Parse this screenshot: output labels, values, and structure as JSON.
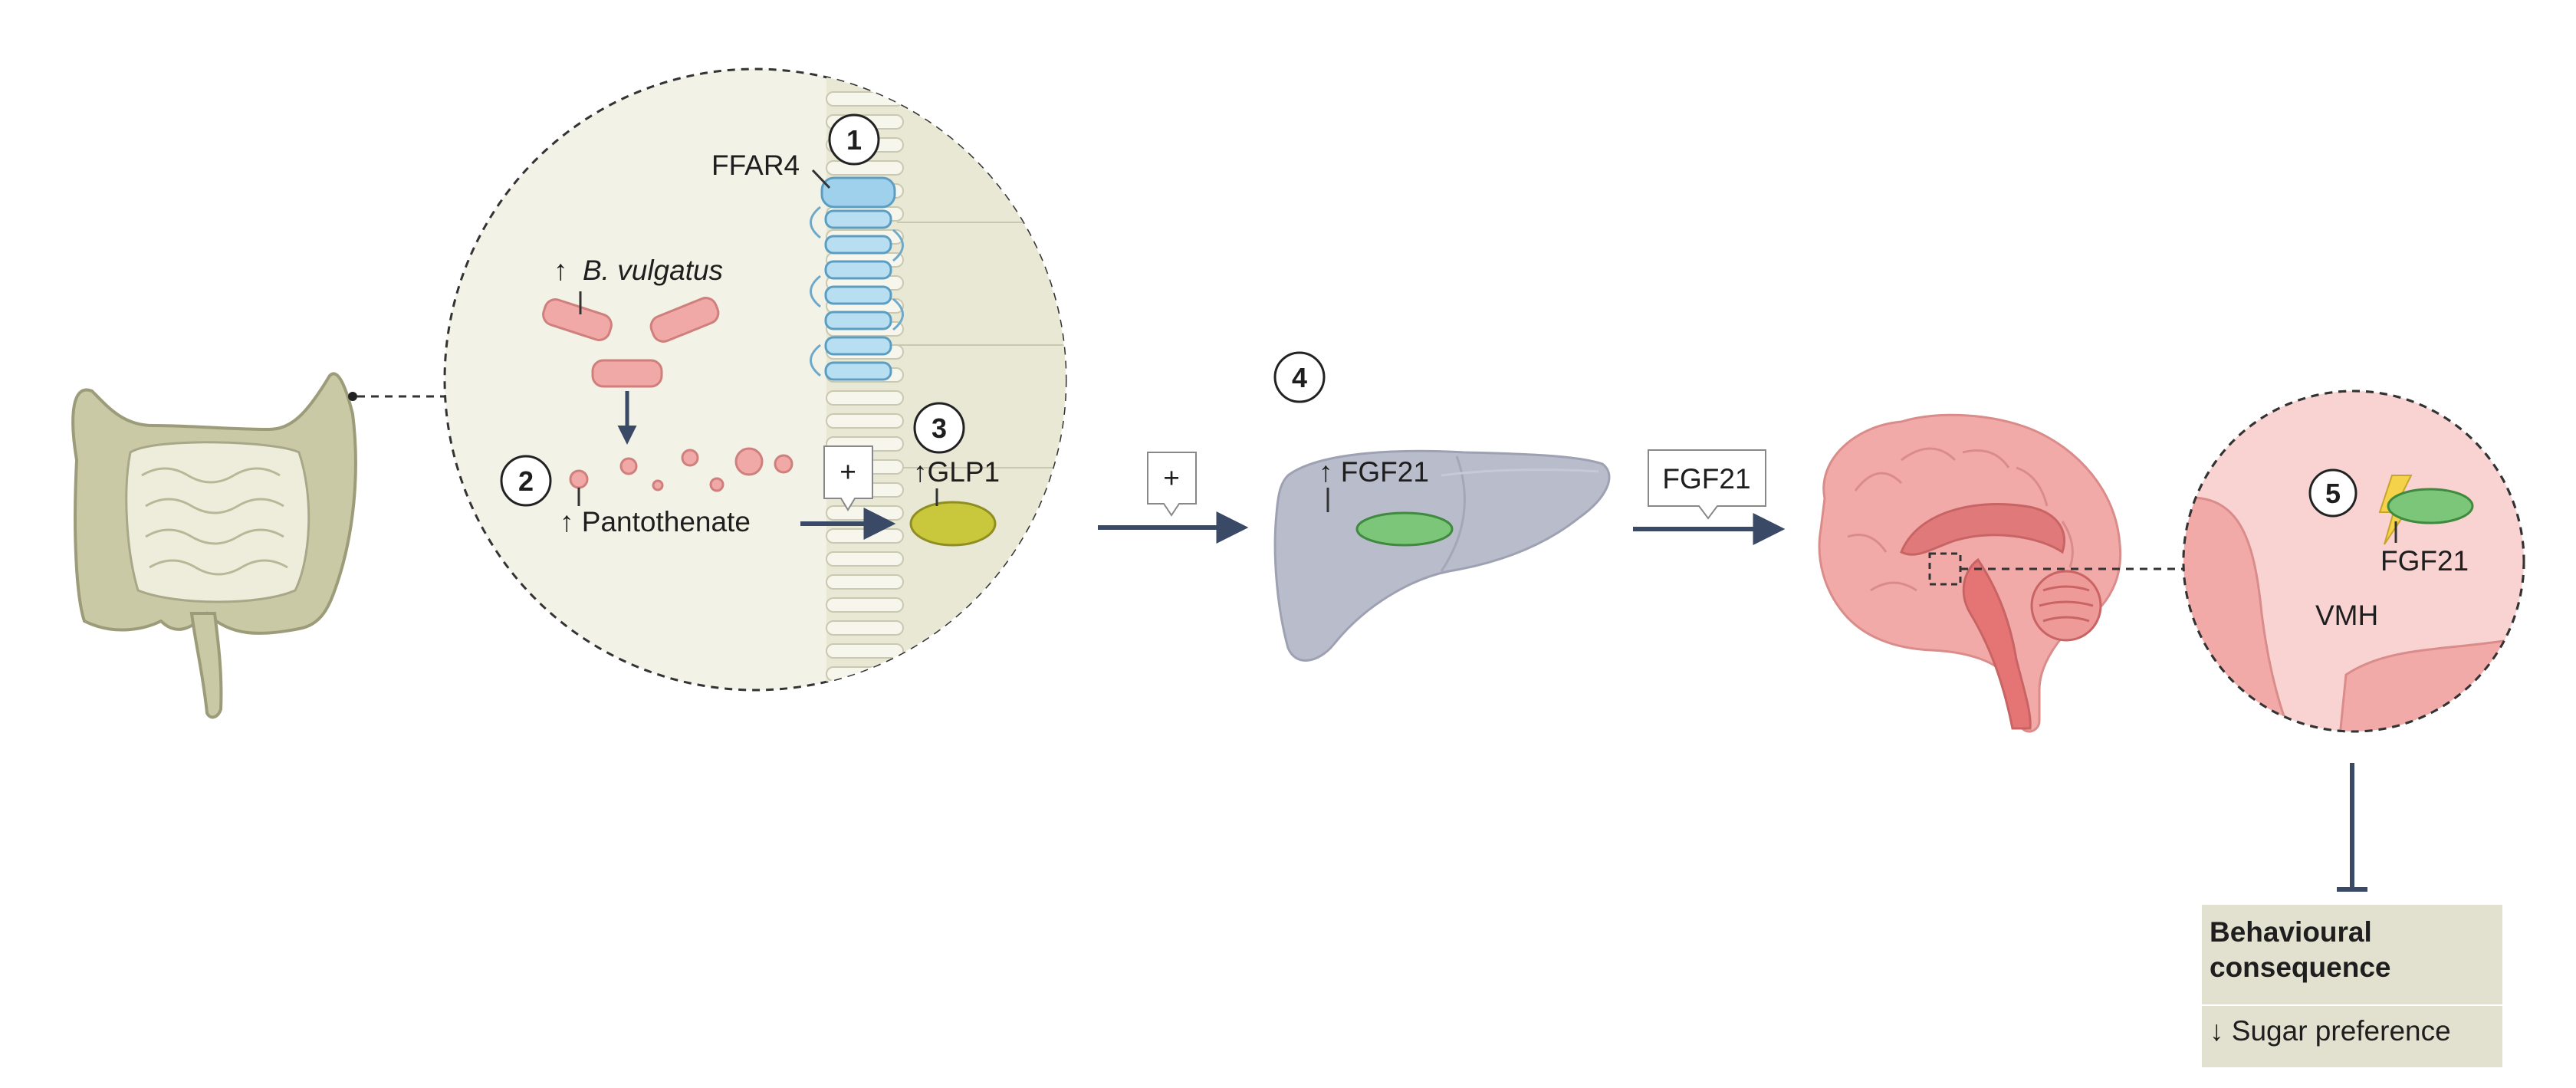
{
  "gut_box": {
    "b_vulgatus_arrow": "↑",
    "b_vulgatus": "B. vulgatus",
    "pantothenate": "↑ Pantothenate",
    "ffar4": "FFAR4",
    "glp1": "↑GLP1",
    "plus_1": "+",
    "step_1": "1",
    "step_2": "2",
    "step_3": "3"
  },
  "liver": {
    "step_4": "4",
    "plus_2": "+",
    "fgf21": "↑ FGF21"
  },
  "brain": {
    "arrow_label": "FGF21",
    "step_5": "5",
    "fgf21": "FGF21",
    "vmh": "VMH"
  },
  "behaviour": {
    "title_line1": "Behavioural",
    "title_line2": "consequence",
    "result": "↓ Sugar preference"
  },
  "colors": {
    "arrow": "#3a4a66",
    "bacteria": "#f0a9a6",
    "ffar4": "#9fd0ec",
    "glp1": "#c9c83c",
    "fgf21": "#7cc67a",
    "liver": "#b8bccb",
    "brain": "#f2aaa8",
    "box": "#e2e1d0"
  }
}
